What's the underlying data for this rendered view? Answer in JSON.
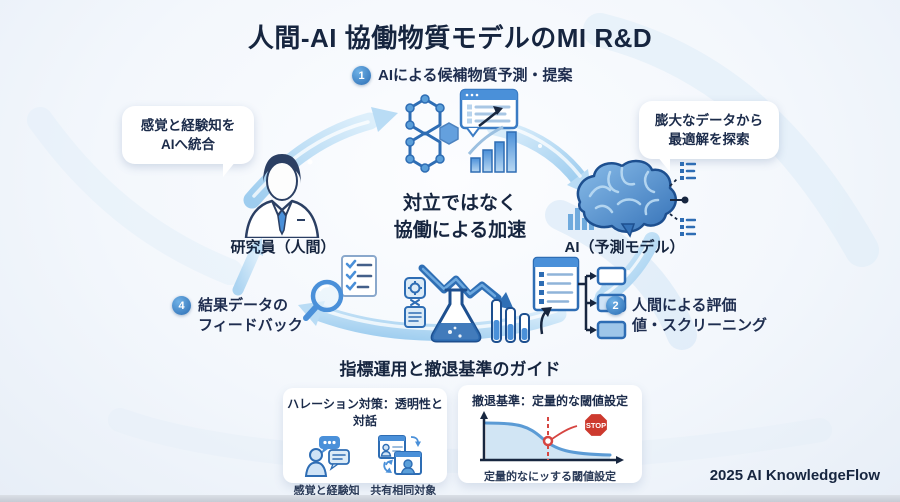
{
  "title": "人間-AI 協働物質モデルのMI R&D",
  "cycle": {
    "step1": {
      "num": "1",
      "label": "AIによる候補物質予測・提案"
    },
    "step2": {
      "num": "2",
      "line1": "人間による評価",
      "line2": "値・スクリーニング"
    },
    "step4": {
      "num": "4",
      "line1": "結果データの",
      "line2": "フィードバック"
    },
    "center": {
      "line1": "対立ではなく",
      "line2": "協働による加速"
    },
    "human": {
      "label": "研究員（人間）",
      "callout1": "感覚と経験知を",
      "callout2": "AIへ統合"
    },
    "ai": {
      "label": "AI（予測モデル）",
      "callout1": "膨大なデータから",
      "callout2": "最適解を探索"
    }
  },
  "guide": {
    "title": "指標運用と撤退基準のガイド",
    "halation": {
      "title": "ハレーション対策：透明性と対話",
      "label1": "感覚と経験知",
      "label2": "共有相同対象"
    },
    "withdrawal": {
      "title": "撤退基準：定量的な閾値設定",
      "stop": "STOP",
      "caption": "定量的なにッする閾値設定"
    }
  },
  "footer": "2025 AI KnowledgeFlow",
  "icons": {
    "molecule-icon": "hexagon molecule with chart window",
    "researcher-icon": "scientist in lab coat with tie",
    "brain-icon": "AI brain with data nodes",
    "magnifier-icon": "magnifying glass",
    "checklist-icon": "checklist document",
    "flask-icon": "erlenmeyer flask with test tubes",
    "decline-arrow-icon": "downward zigzag arrow",
    "flow-doc-icon": "document branching to boxes",
    "chat-icon": "person with speech bubbles",
    "profile-cards-icon": "shared profile cards with sync arrows",
    "threshold-chart-icon": "declining curve with threshold",
    "stop-sign-icon": "red stop octagon"
  },
  "colors": {
    "navy": "#16253f",
    "blue": "#2e6db4",
    "light_blue": "#bcdcf4",
    "red": "#cd3a2e",
    "white": "#ffffff"
  }
}
